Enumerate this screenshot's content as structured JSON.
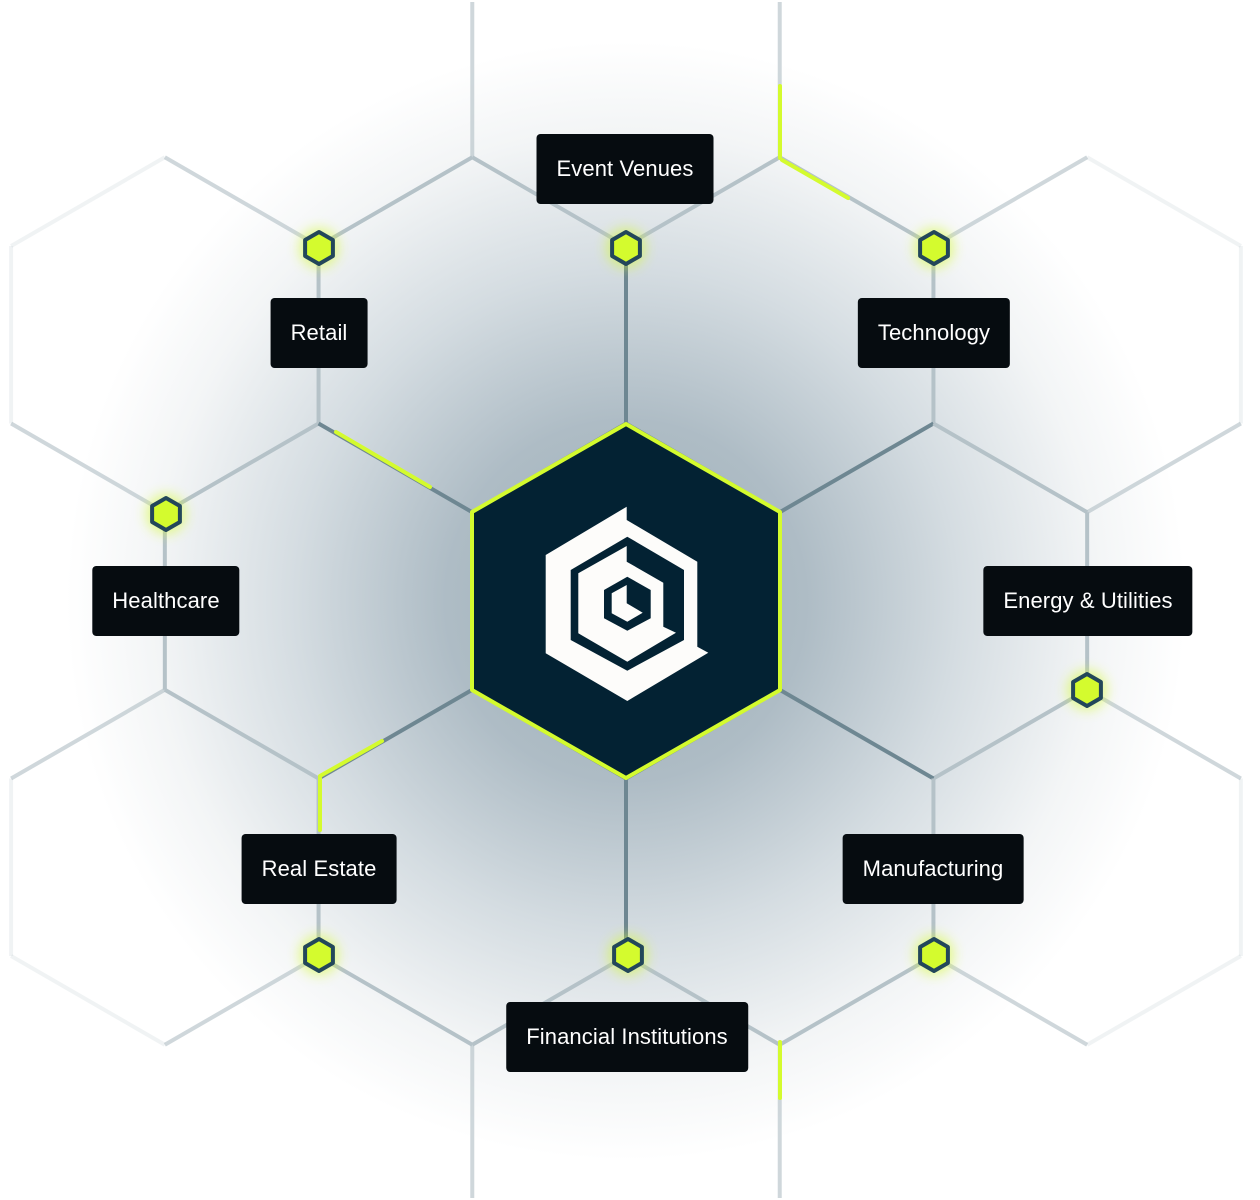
{
  "center": {
    "icon": "brand-logo-hexagon"
  },
  "sectors": [
    {
      "label": "Event Venues"
    },
    {
      "label": "Retail"
    },
    {
      "label": "Technology"
    },
    {
      "label": "Healthcare"
    },
    {
      "label": "Energy & Utilities"
    },
    {
      "label": "Real Estate"
    },
    {
      "label": "Manufacturing"
    },
    {
      "label": "Financial Institutions"
    }
  ],
  "colors": {
    "accent": "#d4fb2e",
    "dark": "#032233",
    "node_stroke": "#23475a",
    "grid": "#b5c2c8",
    "label_bg": "#060c10"
  }
}
